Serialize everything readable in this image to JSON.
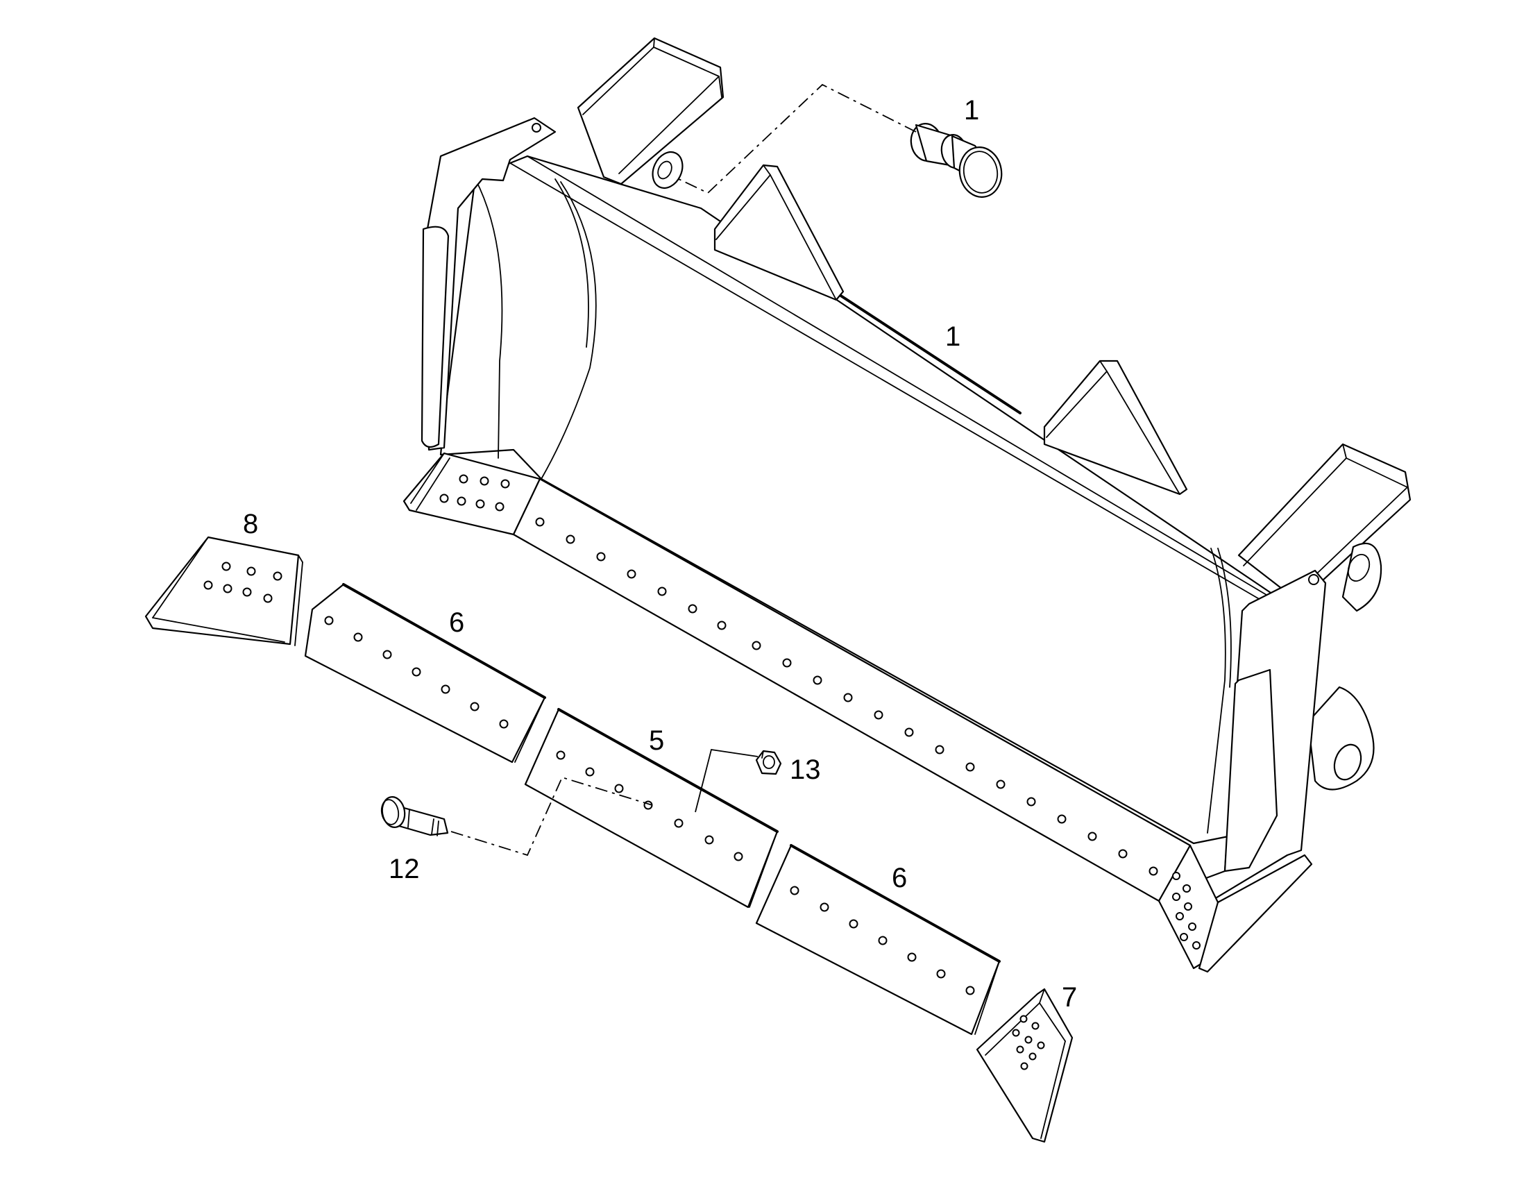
{
  "figure": {
    "type": "exploded-parts-diagram",
    "subject": "blade assembly with cutting edges and end bits",
    "line_color": "#000000",
    "background": "#ffffff"
  },
  "callouts": [
    {
      "id": "c1a",
      "label": "1",
      "part": "pin"
    },
    {
      "id": "c1b",
      "label": "1",
      "part": "blade"
    },
    {
      "id": "c8",
      "label": "8",
      "part": "end-bit-left"
    },
    {
      "id": "c6a",
      "label": "6",
      "part": "cutting-edge-left"
    },
    {
      "id": "c5",
      "label": "5",
      "part": "cutting-edge-center"
    },
    {
      "id": "c13",
      "label": "13",
      "part": "nut"
    },
    {
      "id": "c12",
      "label": "12",
      "part": "bolt"
    },
    {
      "id": "c6b",
      "label": "6",
      "part": "cutting-edge-right"
    },
    {
      "id": "c7",
      "label": "7",
      "part": "end-bit-right"
    }
  ]
}
